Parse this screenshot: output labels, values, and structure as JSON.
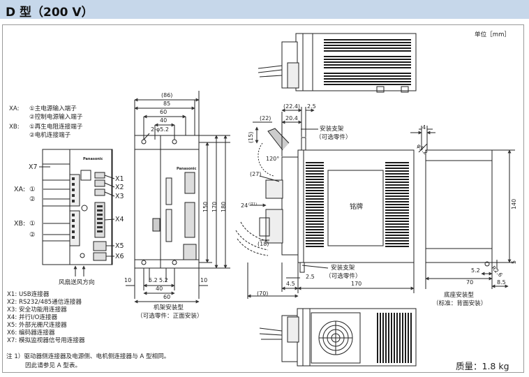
{
  "title": "D 型（200 V）",
  "unit_label": "单位［mm］",
  "connector_legend": {
    "xa_prefix": "XA:",
    "xa1": "①主电源输入端子",
    "xa2": "②控制电源输入端子",
    "xb_prefix": "XB:",
    "xb1": "①再生电阻连接端子",
    "xb2": "②电机连接端子"
  },
  "front_labels": {
    "x7": "X7",
    "x1": "X1",
    "x2": "X2",
    "x3": "X3",
    "x4": "X4",
    "x5": "X5",
    "x6": "X6",
    "xa": "XA:",
    "xb": "XB:",
    "c1a": "①",
    "c2a": "②",
    "c1b": "①",
    "c2b": "②",
    "brand": "Panasonic",
    "airflow": "风扇送风方向"
  },
  "connector_list": [
    {
      "code": "X1:",
      "desc": "USB连接器"
    },
    {
      "code": "X2:",
      "desc": "RS232/485通信连接器"
    },
    {
      "code": "X3:",
      "desc": "安全功能用连接器"
    },
    {
      "code": "X4:",
      "desc": "并行I/O连接器"
    },
    {
      "code": "X5:",
      "desc": "外部光栅尺连接器"
    },
    {
      "code": "X6:",
      "desc": "编码器连接器"
    },
    {
      "code": "X7:",
      "desc": "模拟监视器信号用连接器"
    }
  ],
  "note_line1": "注 1）驱动器侧连接器及电源侧、电机侧连接器与 A 型相同。",
  "note_line2": "因此请参见 A 型表。",
  "rack_view": {
    "d86": "(86)",
    "d85": "85",
    "d60": "60",
    "d40": "40",
    "hole": "2-φ5.2",
    "d150": "150",
    "d170": "170",
    "d180": "180",
    "d10a": "10",
    "d52a": "5.2",
    "d52b": "5.2",
    "d10b": "10",
    "d40b": "40",
    "d60b": "60",
    "caption1": "机架安装型",
    "caption2": "（可选零件：正面安装）"
  },
  "side_view": {
    "d224": "(22.4)",
    "d25": "2.5",
    "d204": "20.4",
    "d22": "(22)",
    "d15": "(15)",
    "d120": "120°",
    "d27": "(27)",
    "d24": "24",
    "d24note": "(注1)",
    "d18": "(18)",
    "bracket1": "安装支架",
    "bracket1_opt": "（可选零件）",
    "bracket2": "安装支架",
    "bracket2_opt": "（可选零件）",
    "nameplate": "铭牌",
    "d25b": "2.5",
    "d45": "4.5",
    "d70": "(70)",
    "d170": "170"
  },
  "base_view": {
    "d4": "4",
    "hole": "φ5.2",
    "d140": "140",
    "d52": "5.2",
    "r26": "R2.6",
    "d5": "5",
    "d70": "70",
    "d85": "8.5",
    "caption1": "底座安装型",
    "caption2": "（标准：背面安装）"
  },
  "mass_label": "质量：1.8 kg"
}
